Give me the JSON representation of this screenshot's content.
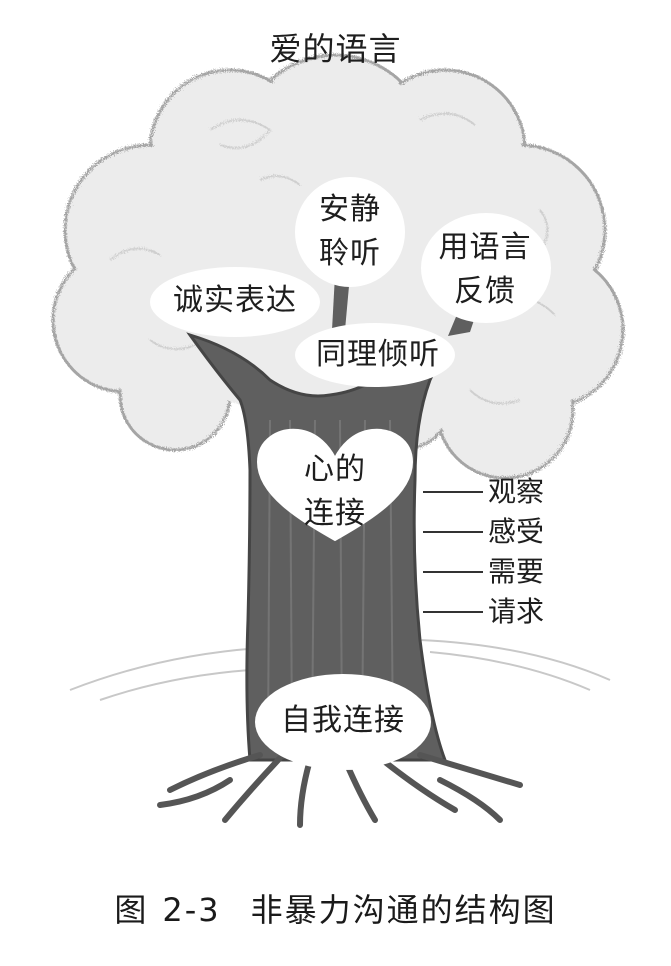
{
  "title": "爱的语言",
  "crown": {
    "listen_quietly": [
      "安静",
      "聆听"
    ],
    "verbal_feedback": [
      "用语言",
      "反馈"
    ],
    "honest_expression": "诚实表达",
    "empathic_listening": "同理倾听"
  },
  "heart": [
    "心的",
    "连接"
  ],
  "components": [
    "观察",
    "感受",
    "需要",
    "请求"
  ],
  "base": "自我连接",
  "caption": {
    "label": "图",
    "number": "2-3",
    "text": "非暴力沟通的结构图"
  },
  "colors": {
    "crown_fill": "#ebebeb",
    "crown_stroke": "#a8a8a8",
    "trunk": "#5e5e5e",
    "bubble": "#ffffff",
    "text": "#1e1e1e"
  },
  "icons": [
    "tree-illustration",
    "heart-shape"
  ]
}
